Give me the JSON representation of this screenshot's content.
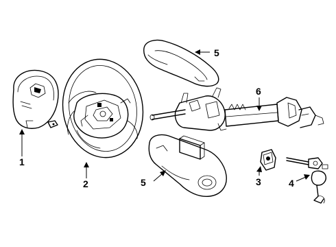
{
  "callouts": {
    "label_1": "1",
    "label_2": "2",
    "label_3": "3",
    "label_4": "4",
    "label_5_upper": "5",
    "label_5_lower": "5",
    "label_6": "6"
  },
  "parts": {
    "airbag_module": "airbag-module",
    "steering_wheel": "steering-wheel",
    "upper_column_cover": "upper-column-cover",
    "lower_column_cover": "lower-column-cover",
    "steering_column": "steering-column",
    "lock_housing_bracket": "lock-housing-bracket",
    "ignition_lock_cylinder": "ignition-lock-cylinder"
  },
  "colors": {
    "ink": "#000000",
    "background": "#ffffff"
  }
}
